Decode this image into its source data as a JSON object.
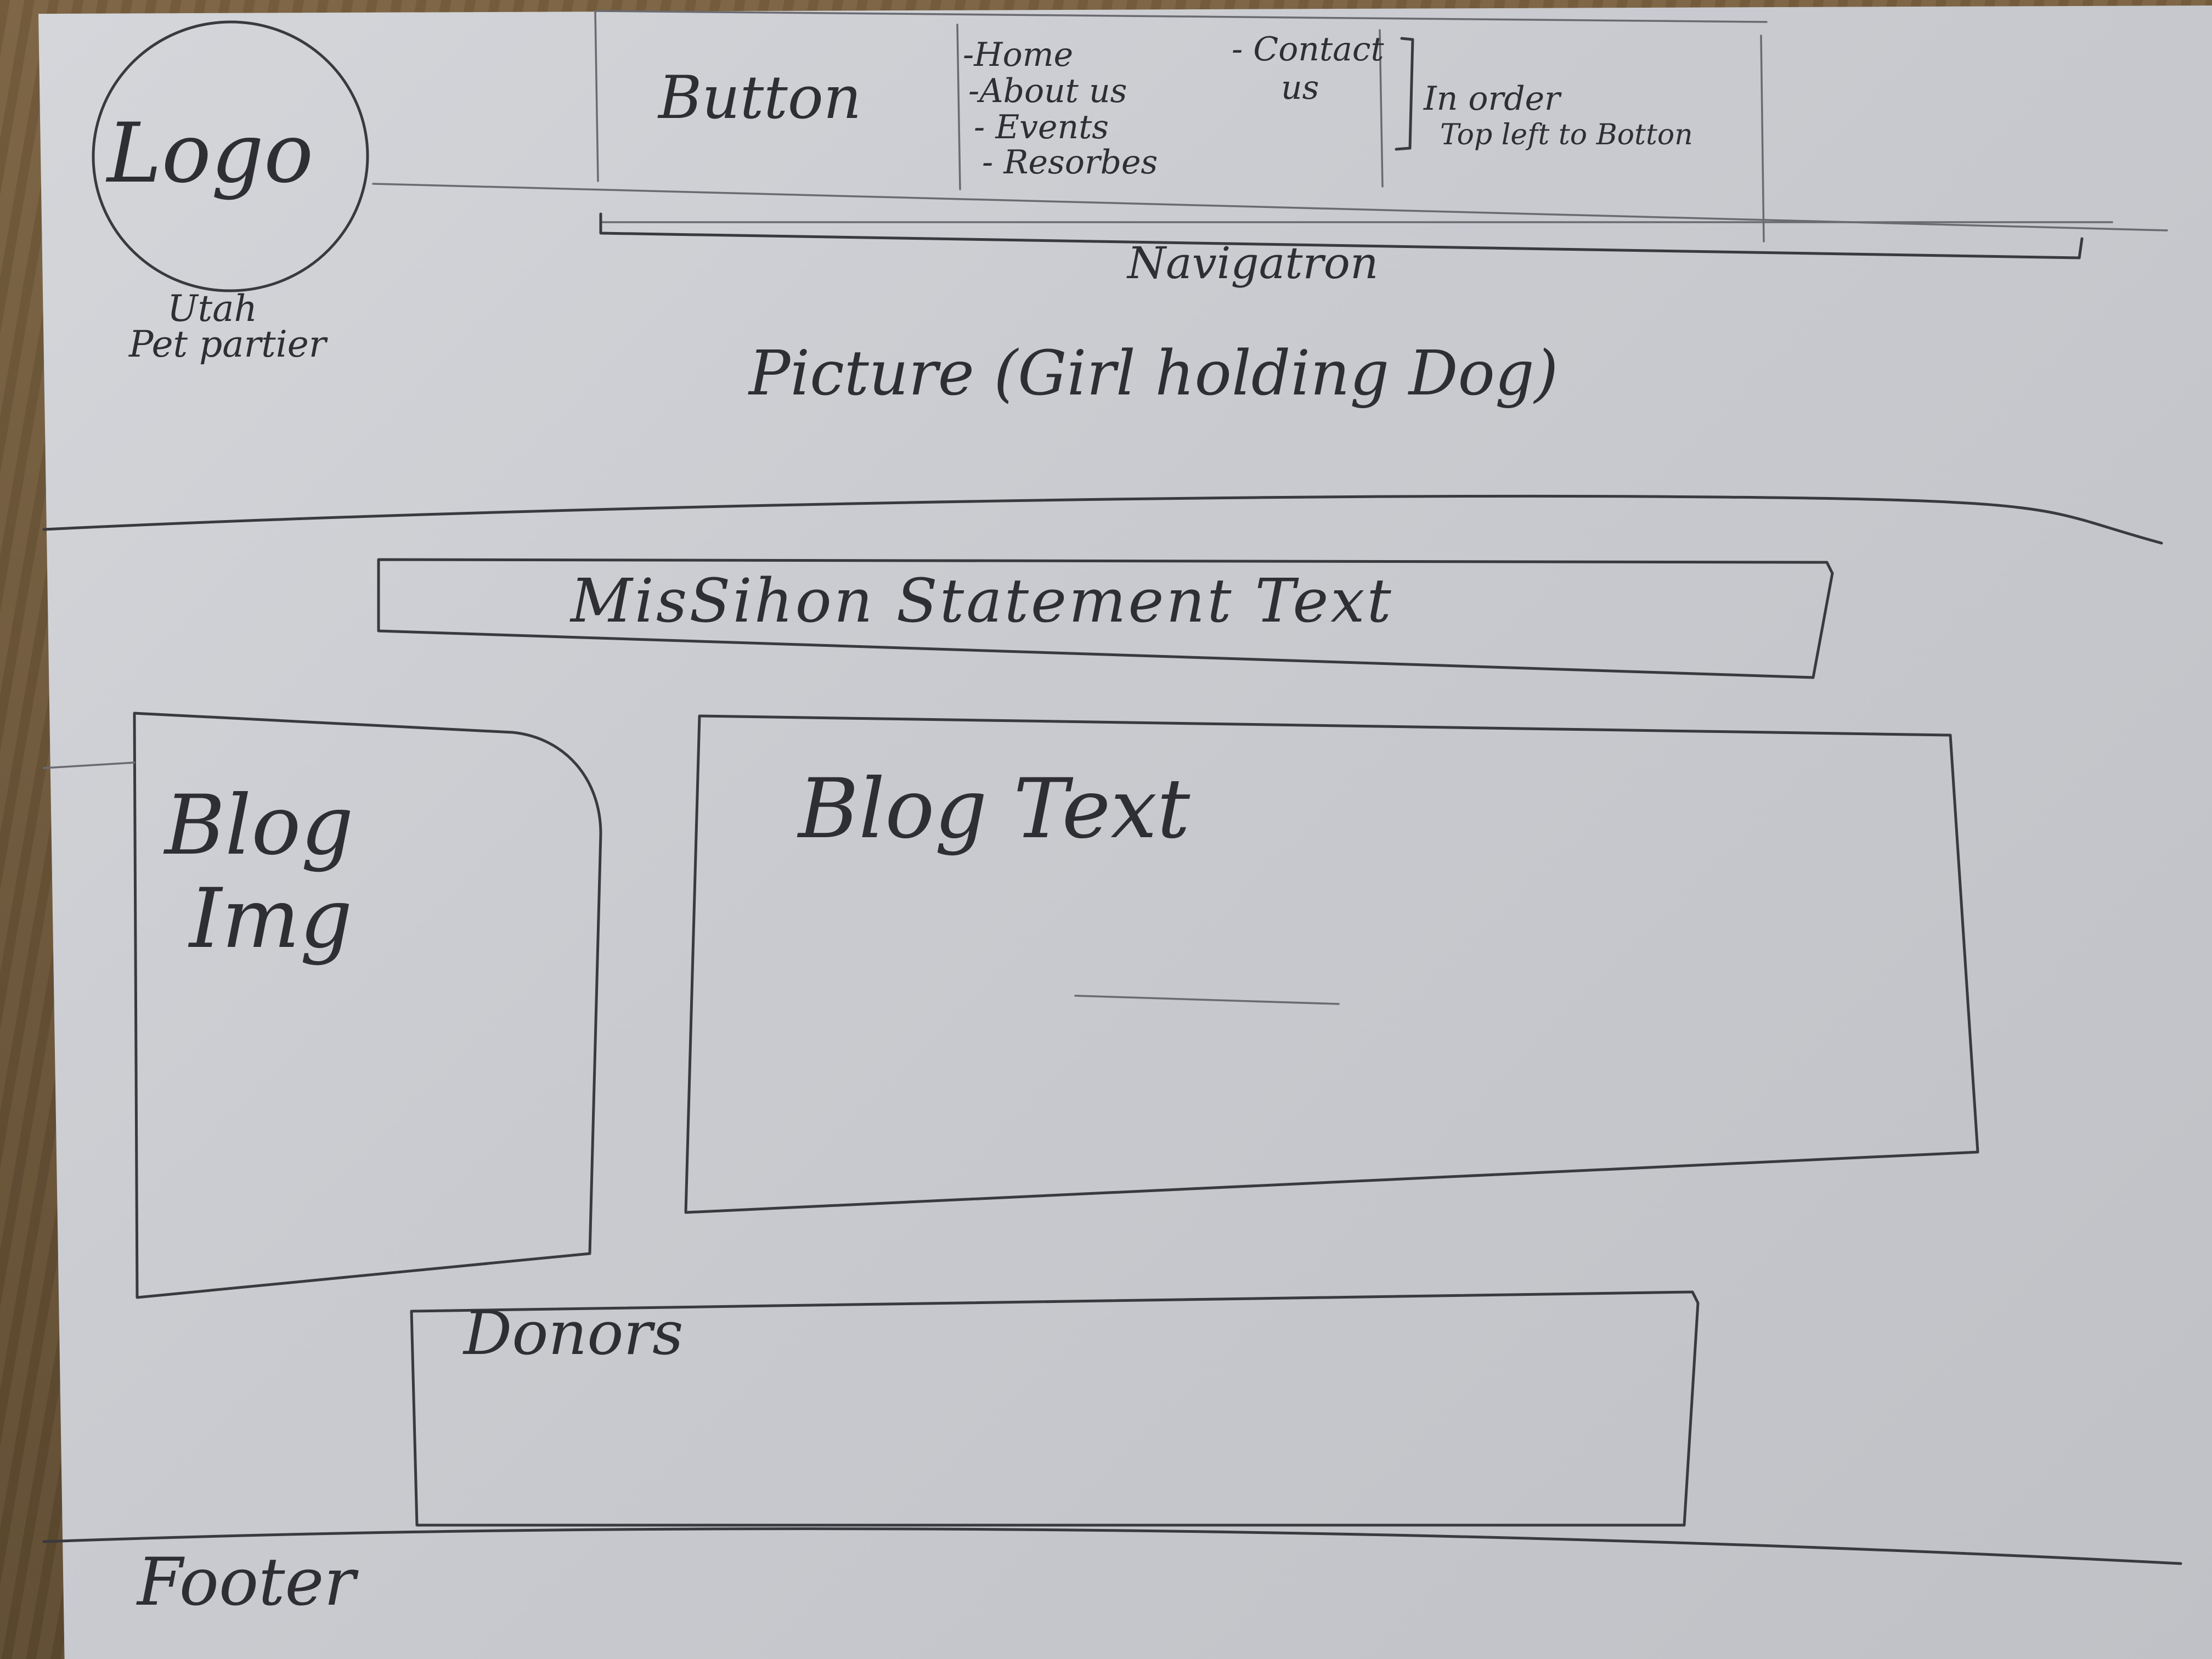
{
  "logo": {
    "label": "Logo",
    "org_name_line1": "Utah",
    "org_name_line2": "Pet partier"
  },
  "nav": {
    "button_label": "Button",
    "items_left": [
      "-Home",
      "-About us",
      "- Events",
      "- Resorbes"
    ],
    "item_right_line1": "- Contact",
    "item_right_line2": "us",
    "order_note_line1": "In order",
    "order_note_line2": "Top left to Botton",
    "caption": "Navigatron"
  },
  "hero": {
    "label": "Picture (Girl holding Dog)"
  },
  "mission": {
    "label": "MisSihon Statement Text"
  },
  "blog": {
    "image_line1": "Blog",
    "image_line2": "Img",
    "text_label": "Blog Text"
  },
  "donors": {
    "label": "Donors"
  },
  "footer": {
    "label": "Footer"
  },
  "colors": {
    "paper": "#c9cbd0",
    "pencil": "#3a3a3e",
    "table": "#6b5436"
  }
}
